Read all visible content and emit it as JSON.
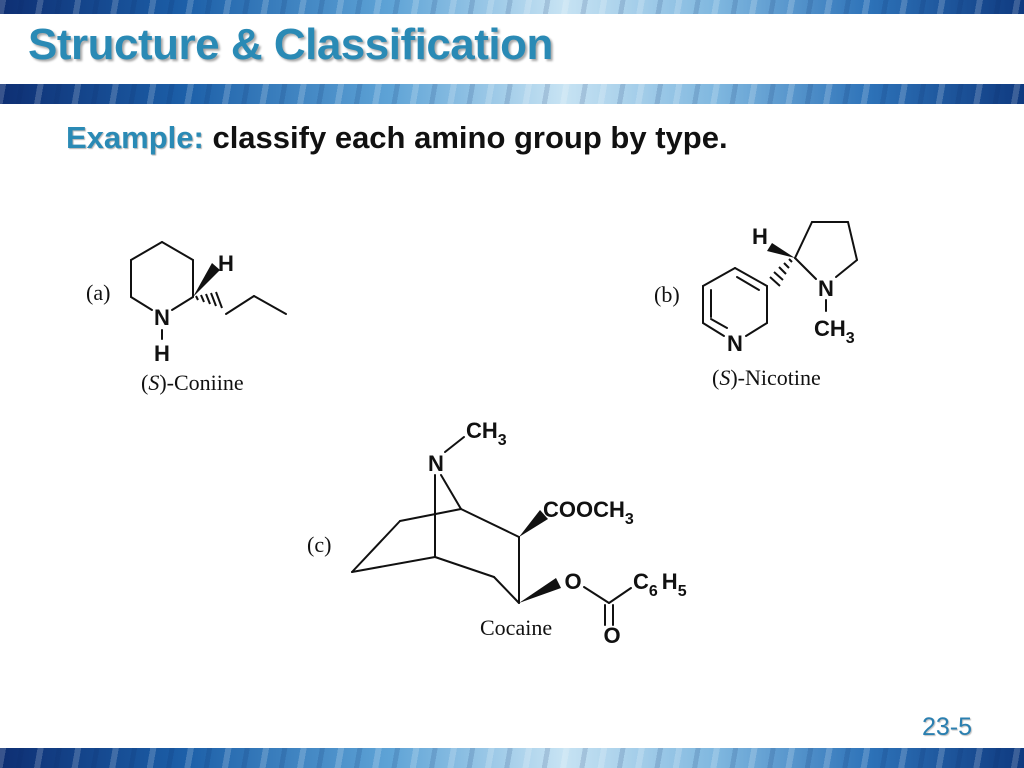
{
  "slide": {
    "title": "Structure & Classification",
    "subtitle_lead": "Example:",
    "subtitle_rest": " classify each amino group by type.",
    "slide_number": "23-5"
  },
  "molecules": {
    "coniine": {
      "tag": "(a)",
      "name_open": "(",
      "name_italic": "S",
      "name_rest": ")-Coniine",
      "atoms": {
        "n": "N",
        "nh": "H",
        "h": "H"
      }
    },
    "nicotine": {
      "tag": "(b)",
      "name_open": "(",
      "name_italic": "S",
      "name_rest": ")-Nicotine",
      "atoms": {
        "h": "H",
        "pyridine_n": "N",
        "pyrrolidine_n": "N",
        "methyl": "CH",
        "methyl_sub": "3"
      }
    },
    "cocaine": {
      "tag": "(c)",
      "name": "Cocaine",
      "atoms": {
        "n": "N",
        "methyl": "CH",
        "methyl_sub": "3",
        "ester": "COOCH",
        "ester_sub": "3",
        "o_link": "O",
        "carbonyl_o": "O",
        "phenyl_c": "C",
        "phenyl_c_sub": "6",
        "phenyl_h": "H",
        "phenyl_h_sub": "5"
      }
    }
  },
  "colors": {
    "accent": "#2a8ab5",
    "text": "#111111"
  }
}
